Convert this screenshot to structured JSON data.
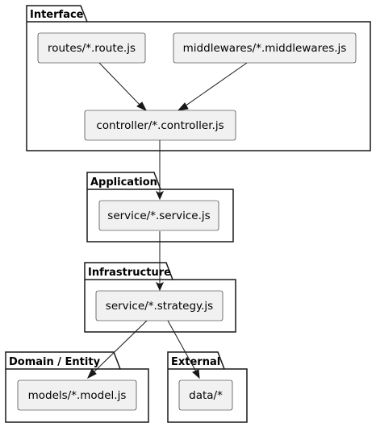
{
  "packages": {
    "interface": "Interface",
    "application": "Application",
    "infrastructure": "Infrastructure",
    "domain": "Domain / Entity",
    "external": "External"
  },
  "components": {
    "routes": "routes/*.route.js",
    "middlewares": "middlewares/*.middlewares.js",
    "controller": "controller/*.controller.js",
    "service": "service/*.service.js",
    "strategy": "service/*.strategy.js",
    "models": "models/*.model.js",
    "data": "data/*"
  }
}
